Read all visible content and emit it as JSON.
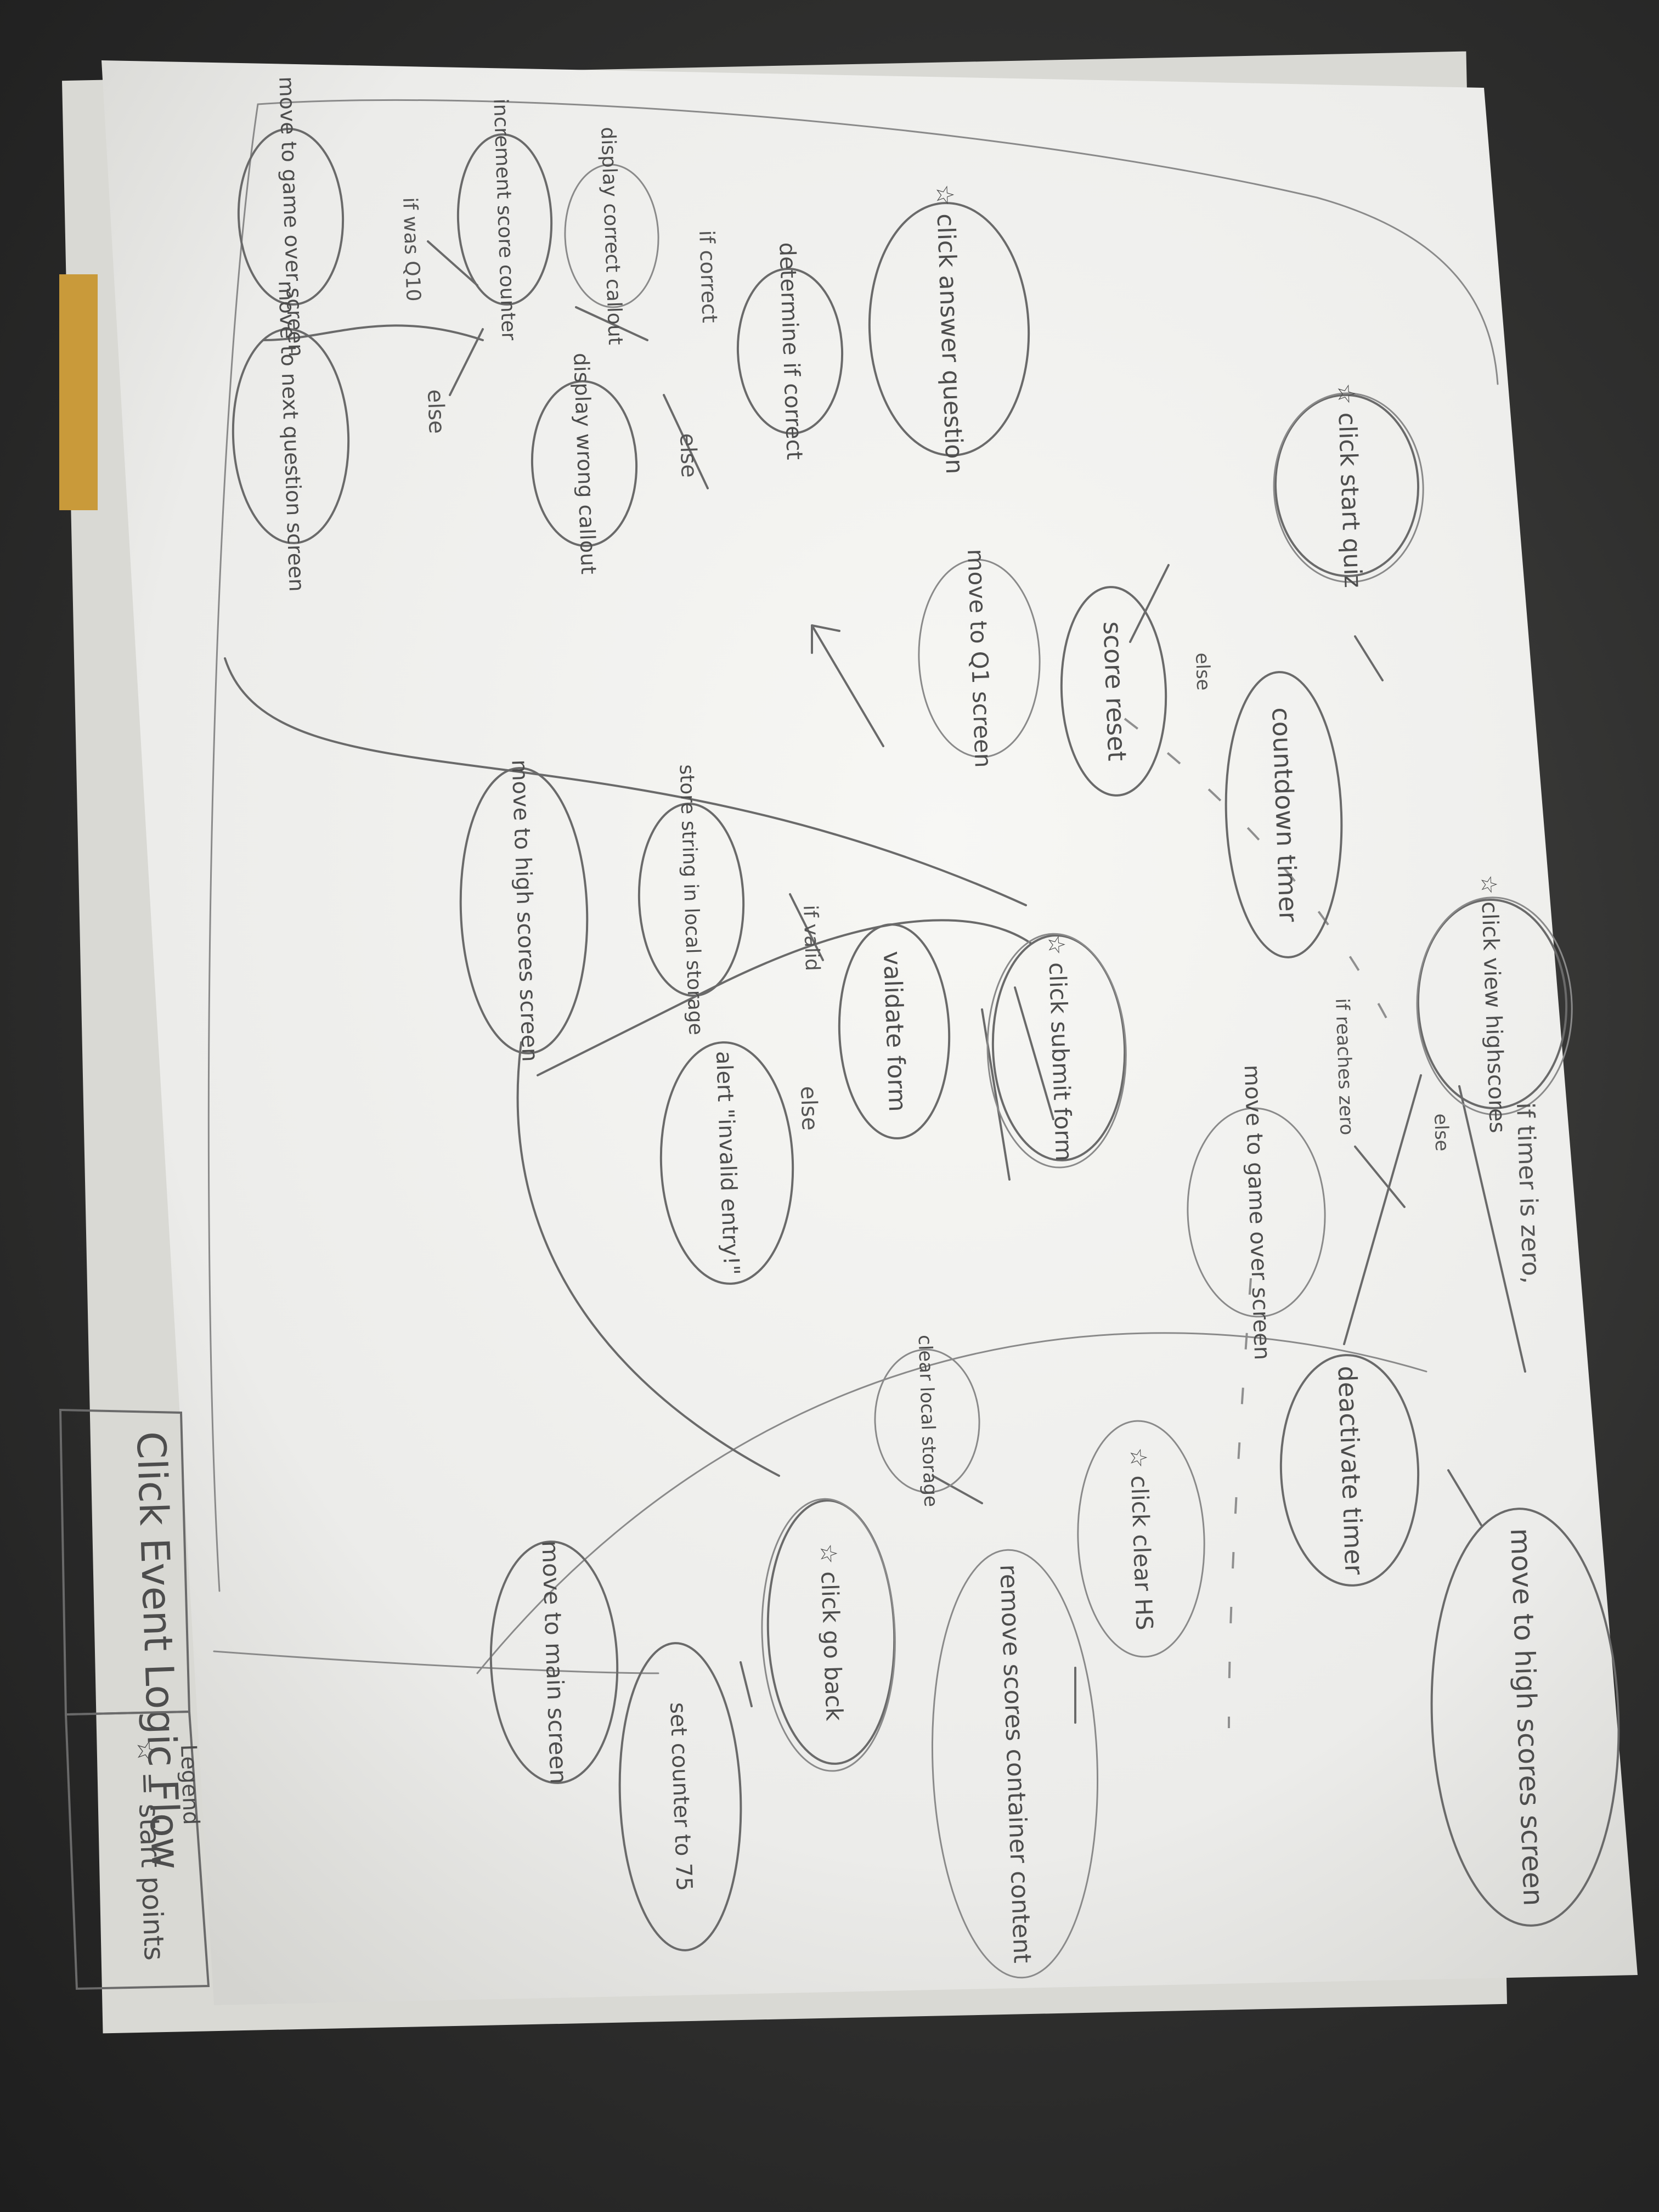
{
  "nodes": {
    "click_start_quiz": "☆ click start quiz",
    "countdown_timer": "countdown timer",
    "score_reset": "score reset",
    "move_to_q1_screen": "move to Q1 screen",
    "click_answer_question": "☆ click answer question",
    "determine_if_correct": "determine if correct",
    "display_correct_callout": "display correct callout",
    "display_wrong_callout": "display wrong callout",
    "increment_score_counter": "increment score counter",
    "move_to_game_over_screen_top": "move to game over screen",
    "move_to_next_question_screen": "move to next question screen",
    "click_view_highscores": "☆ click view highscores",
    "move_to_game_over_screen": "move to game over screen",
    "deactivate_timer": "deactivate timer",
    "move_to_high_scores_screen_right": "move to high scores screen",
    "click_submit_form": "☆ click submit form",
    "validate_form": "validate form",
    "store_string": "store string in local storage",
    "move_to_high_scores_screen": "move to high scores screen",
    "alert_invalid_entry": "alert \"invalid entry!\"",
    "click_clear_hs": "☆ click clear HS",
    "clear_local_storage": "clear local storage",
    "remove_scores_container_content": "remove scores container content",
    "click_go_back": "☆ click go back",
    "set_counter_to_75": "set counter to 75",
    "move_to_main_screen": "move to main screen"
  },
  "edge_labels": {
    "if_correct": "if correct",
    "else_wrong": "else",
    "if_was_q10": "if was Q10",
    "else_next": "else",
    "else_score_reset": "else",
    "if_reaches_zero": "if reaches zero",
    "else_deactivate": "else",
    "if_timer_zero": "if timer is zero,",
    "if_valid": "if valid",
    "else_invalid": "else"
  },
  "legend": {
    "title": "Click Event Logic Flow",
    "heading": "Legend",
    "entry": "☆ = start points"
  }
}
